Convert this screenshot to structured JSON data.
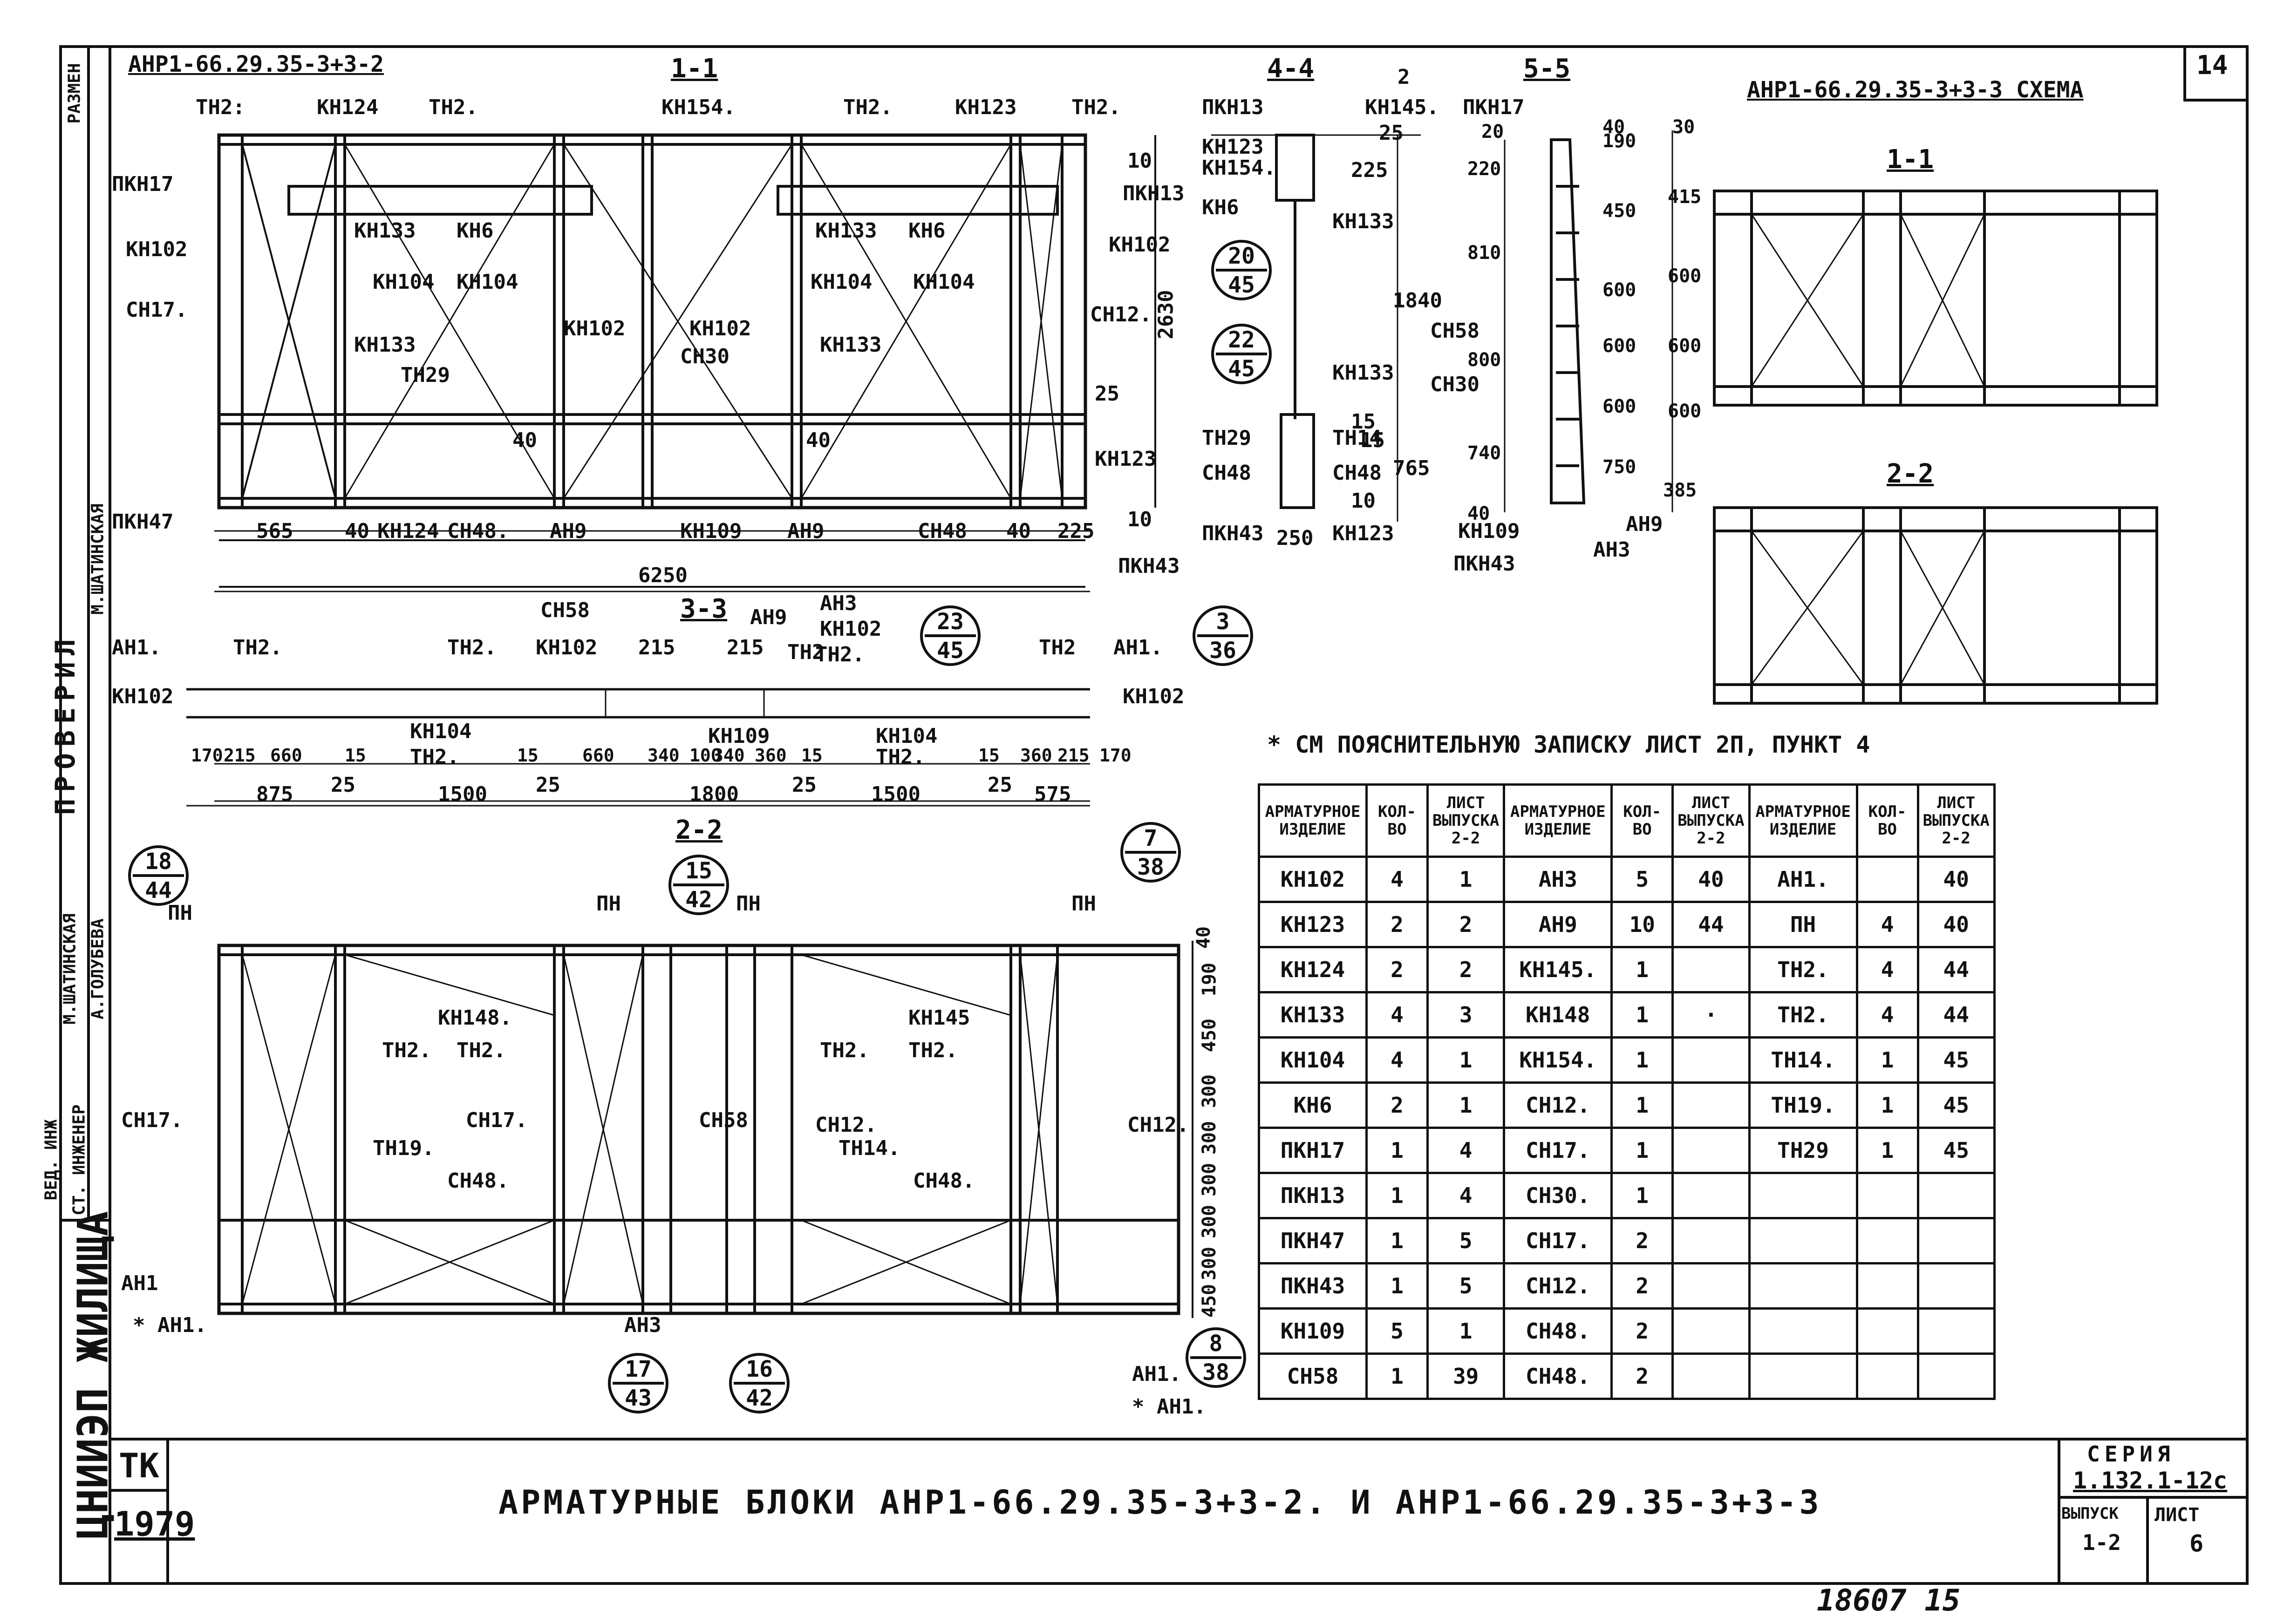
{
  "sheet_number": "14",
  "drawing_top_title": "АНР1-66.29.35-3+3-2",
  "scheme_title": "АНР1-66.29.35-3+3-3 СХЕМА",
  "note": "* СМ ПОЯСНИТЕЛЬНУЮ ЗАПИСКУ ЛИСТ 2П, ПУНКТ 4",
  "section_labels": {
    "s11": "1-1",
    "s44": "4-4",
    "s55": "5-5",
    "s33": "3-3",
    "s22": "2-2",
    "scheme_11": "1-1",
    "scheme_22": "2-2"
  },
  "elevation_labels": [
    "ТН2:",
    "КН124",
    "ТН2.",
    "КН154.",
    "ТН2.",
    "КН123",
    "ТН2.",
    "ПКН17",
    "КН133",
    "КН6",
    "КН133",
    "КН6",
    "КН102",
    "КН102",
    "КН104",
    "КН104",
    "КН104",
    "КН104",
    "СН17.",
    "СН12.",
    "КН133",
    "КН102",
    "КН102",
    "СН30",
    "КН133",
    "ТН29",
    "ПКН13",
    "КН123",
    "ПКН47",
    "КН124",
    "СН48.",
    "АН9",
    "КН109",
    "АН9",
    "СН48",
    "ПКН43"
  ],
  "elevation_dims": {
    "d565": "565",
    "d40a": "40",
    "d40b": "40",
    "d225": "225",
    "d6250": "6250",
    "d2630": "2630",
    "d25": "25",
    "d10a": "10",
    "d10b": "10",
    "d40c": "40",
    "d40d": "40"
  },
  "section44_labels": [
    "ПКН13",
    "КН145.",
    "КН123",
    "КН154.",
    "КН6",
    "КН133",
    "ТН29",
    "ТН14",
    "СН48",
    "СН48",
    "ПКН43",
    "КН123",
    "КН133"
  ],
  "section44_dims": [
    "225",
    "1840",
    "765",
    "250",
    "15",
    "25",
    "10",
    "15",
    "2"
  ],
  "section55_labels": [
    "ПКН17",
    "СН58",
    "СН30",
    "КН109",
    "ПКН43",
    "АН9",
    "АН3"
  ],
  "section55_dims": [
    "220",
    "20",
    "810",
    "800",
    "740",
    "40",
    "190",
    "450",
    "600",
    "600",
    "600",
    "750",
    "385",
    "415",
    "600",
    "600",
    "600",
    "30",
    "40"
  ],
  "bubbles": [
    {
      "top": "20",
      "bottom": "45"
    },
    {
      "top": "22",
      "bottom": "45"
    },
    {
      "top": "23",
      "bottom": "45"
    },
    {
      "top": "3",
      "bottom": "36"
    },
    {
      "top": "18",
      "bottom": "44"
    },
    {
      "top": "15",
      "bottom": "42"
    },
    {
      "top": "7",
      "bottom": "38"
    },
    {
      "top": "17",
      "bottom": "43"
    },
    {
      "top": "16",
      "bottom": "42"
    },
    {
      "top": "8",
      "bottom": "38"
    }
  ],
  "section33_labels": [
    "СН58",
    "АН3",
    "АН9",
    "КН102",
    "ТН2.",
    "АН1.",
    "ТН2.",
    "ТН2.",
    "КН102",
    "ТН2",
    "АН1.",
    "КН102",
    "КН102",
    "КН104",
    "ТН2.",
    "КН109",
    "КН104",
    "ТН2.",
    "ТН2."
  ],
  "section33_dims_top": [
    "215",
    "215"
  ],
  "section33_dims_small": [
    "170",
    "215",
    "660",
    "15",
    "15",
    "660",
    "340",
    "100",
    "340",
    "360",
    "15",
    "15",
    "360",
    "215",
    "170"
  ],
  "section33_dims_mid": [
    "25",
    "25",
    "25",
    "25"
  ],
  "section33_dims_big": [
    "875",
    "1500",
    "1800",
    "1500",
    "575"
  ],
  "section22_labels": [
    "ПН",
    "ПН",
    "ПН",
    "ПН",
    "КН148.",
    "КН145",
    "ТН2.",
    "ТН2.",
    "ТН2.",
    "ТН2.",
    "СН17.",
    "СН17.",
    "СН58",
    "СН12.",
    "СН12.",
    "ТН19.",
    "СН48.",
    "ТН14.",
    "СН48.",
    "АН1",
    "* АН1.",
    "АН3",
    "АН1.",
    "* АН1."
  ],
  "section22_dims": [
    "40",
    "190",
    "450",
    "300",
    "300",
    "300",
    "300",
    "300",
    "450"
  ],
  "table": {
    "headers": [
      "АРМАТУРНОЕ ИЗДЕЛИЕ",
      "КОЛ-ВО",
      "ЛИСТ ВЫПУСКА 2-2"
    ],
    "col1": [
      [
        "КН102",
        "4",
        "1"
      ],
      [
        "КН123",
        "2",
        "2"
      ],
      [
        "КН124",
        "2",
        "2"
      ],
      [
        "КН133",
        "4",
        "3"
      ],
      [
        "КН104",
        "4",
        "1"
      ],
      [
        "КН6",
        "2",
        "1"
      ],
      [
        "ПКН17",
        "1",
        "4"
      ],
      [
        "ПКН13",
        "1",
        "4"
      ],
      [
        "ПКН47",
        "1",
        "5"
      ],
      [
        "ПКН43",
        "1",
        "5"
      ],
      [
        "КН109",
        "5",
        "1"
      ],
      [
        "СН58",
        "1",
        "39"
      ]
    ],
    "col2": [
      [
        "АН3",
        "5",
        "40"
      ],
      [
        "АН9",
        "10",
        "44"
      ],
      [
        "КН145.",
        "1",
        ""
      ],
      [
        "КН148",
        "1",
        "·"
      ],
      [
        "КН154.",
        "1",
        ""
      ],
      [
        "СН12.",
        "1",
        ""
      ],
      [
        "СН17.",
        "1",
        ""
      ],
      [
        "СН30.",
        "1",
        ""
      ],
      [
        "СН17.",
        "2",
        ""
      ],
      [
        "СН12.",
        "2",
        ""
      ],
      [
        "СН48.",
        "2",
        ""
      ],
      [
        "СН48.",
        "2",
        ""
      ]
    ],
    "col3": [
      [
        "АН1.",
        "",
        "40"
      ],
      [
        "ПН",
        "4",
        "40"
      ],
      [
        "ТН2.",
        "4",
        "44"
      ],
      [
        "ТН2.",
        "4",
        "44"
      ],
      [
        "ТН14.",
        "1",
        "45"
      ],
      [
        "ТН19.",
        "1",
        "45"
      ],
      [
        "ТН29",
        "1",
        "45"
      ],
      [
        "",
        "",
        ""
      ],
      [
        "",
        "",
        ""
      ],
      [
        "",
        "",
        ""
      ],
      [
        "",
        "",
        ""
      ],
      [
        "",
        "",
        ""
      ]
    ]
  },
  "title_block": {
    "org_left": "ЦНИИЭП ЖИЛИЩА",
    "tk": "ТК",
    "year": "1979",
    "title": "АРМАТУРНЫЕ БЛОКИ АНР1-66.29.35-3+3-2. И АНР1-66.29.35-3+3-3",
    "series_label": "СЕРИЯ",
    "series_value": "1.132.1-12с",
    "issue_label": "ВЫПУСК",
    "issue_value": "1-2",
    "sheet_label": "ЛИСТ",
    "sheet_value": "6"
  },
  "left_strip": {
    "checked": "ПРОВЕРИЛ",
    "role1": "ВЕД. ИНЖ",
    "role2": "СТ. ИНЖЕНЕР",
    "name1": "М.ШАТИНСКАЯ",
    "name2": "А.ГОЛУБЕВА",
    "name3": "М.ШАТИНСКАЯ",
    "top_word": "РАЗМЕН"
  },
  "bottom_number": "18607 15"
}
